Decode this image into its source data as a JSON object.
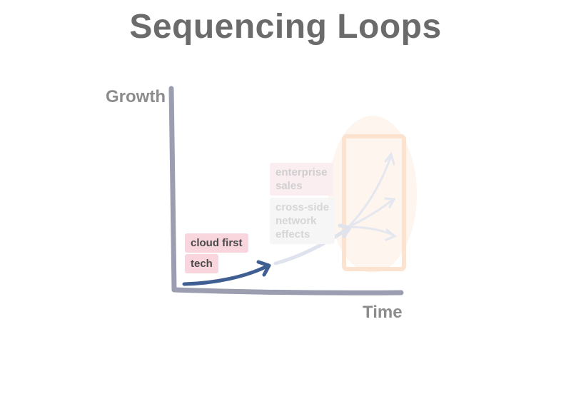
{
  "title": "Sequencing Loops",
  "axes": {
    "y_label": "Growth",
    "x_label": "Time"
  },
  "tags": {
    "cloud_first": "cloud first",
    "tech": "tech",
    "enterprise_sales": "enterprise\nsales",
    "cross_side": "cross-side\nnetwork\neffects"
  },
  "colors": {
    "title": "#6b6b6b",
    "axis": "#9b9db0",
    "arrow_active": "#3f5f93",
    "arrow_faded": "#dfe3ee",
    "tag_strong": "#f9d6dd",
    "future_box": "#fde6d4"
  }
}
